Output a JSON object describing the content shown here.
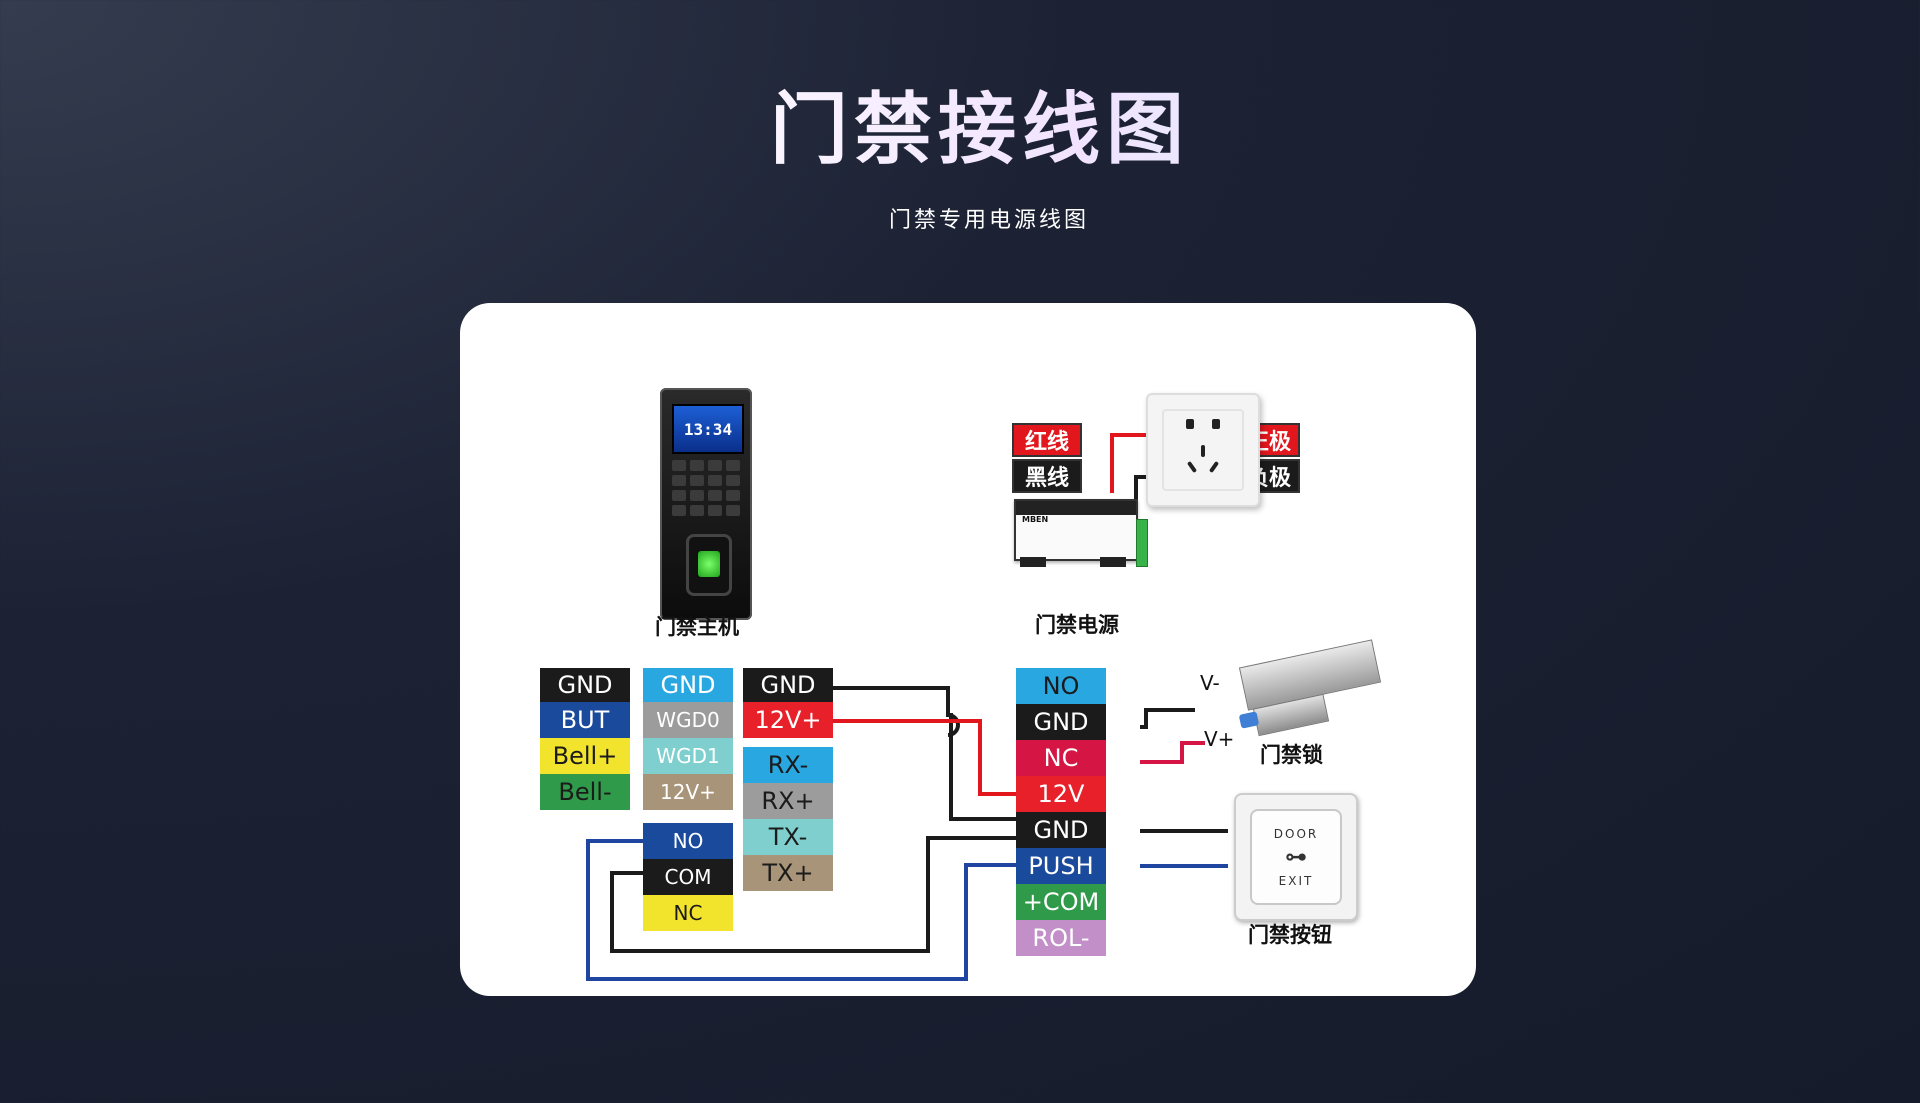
{
  "header": {
    "title": "门禁接线图",
    "subtitle": "门禁专用电源线图"
  },
  "devices": {
    "terminal": {
      "caption": "门禁主机",
      "screen_time": "13:34"
    },
    "power_supply": {
      "caption": "门禁电源",
      "brand": "MBEN"
    },
    "lock": {
      "caption": "门禁锁",
      "v_minus": "V-",
      "v_plus": "V+"
    },
    "exit_button": {
      "caption": "门禁按钮",
      "top_text": "DOOR",
      "bottom_text": "EXIT"
    }
  },
  "power_tags": {
    "red_wire": "红线",
    "black_wire": "黑线",
    "positive": "正极",
    "negative": "负极"
  },
  "terminal_groups": {
    "col1": [
      "GND",
      "BUT",
      "Bell+",
      "Bell-"
    ],
    "col2": [
      "GND",
      "WGD0",
      "WGD1",
      "12V+"
    ],
    "col3": [
      "GND",
      "12V+",
      "RX-",
      "RX+",
      "TX-",
      "TX+"
    ],
    "relay": [
      "NO",
      "COM",
      "NC"
    ],
    "psu_col": [
      "NO",
      "GND",
      "NC",
      "12V",
      "GND",
      "PUSH",
      "+COM",
      "ROL-"
    ]
  },
  "colors": {
    "black": "#1b1b1b",
    "blue_dark": "#1a4a9c",
    "yellow": "#f2e32c",
    "green": "#2f9a4a",
    "sky": "#29a7e1",
    "gray": "#9c9c9c",
    "teal": "#7fcfcf",
    "tan": "#a89478",
    "red": "#e8202a",
    "crimson": "#d51543",
    "purple": "#c28fc8",
    "wire_blue": "#1f45a0",
    "wire_red": "#e1171d"
  }
}
